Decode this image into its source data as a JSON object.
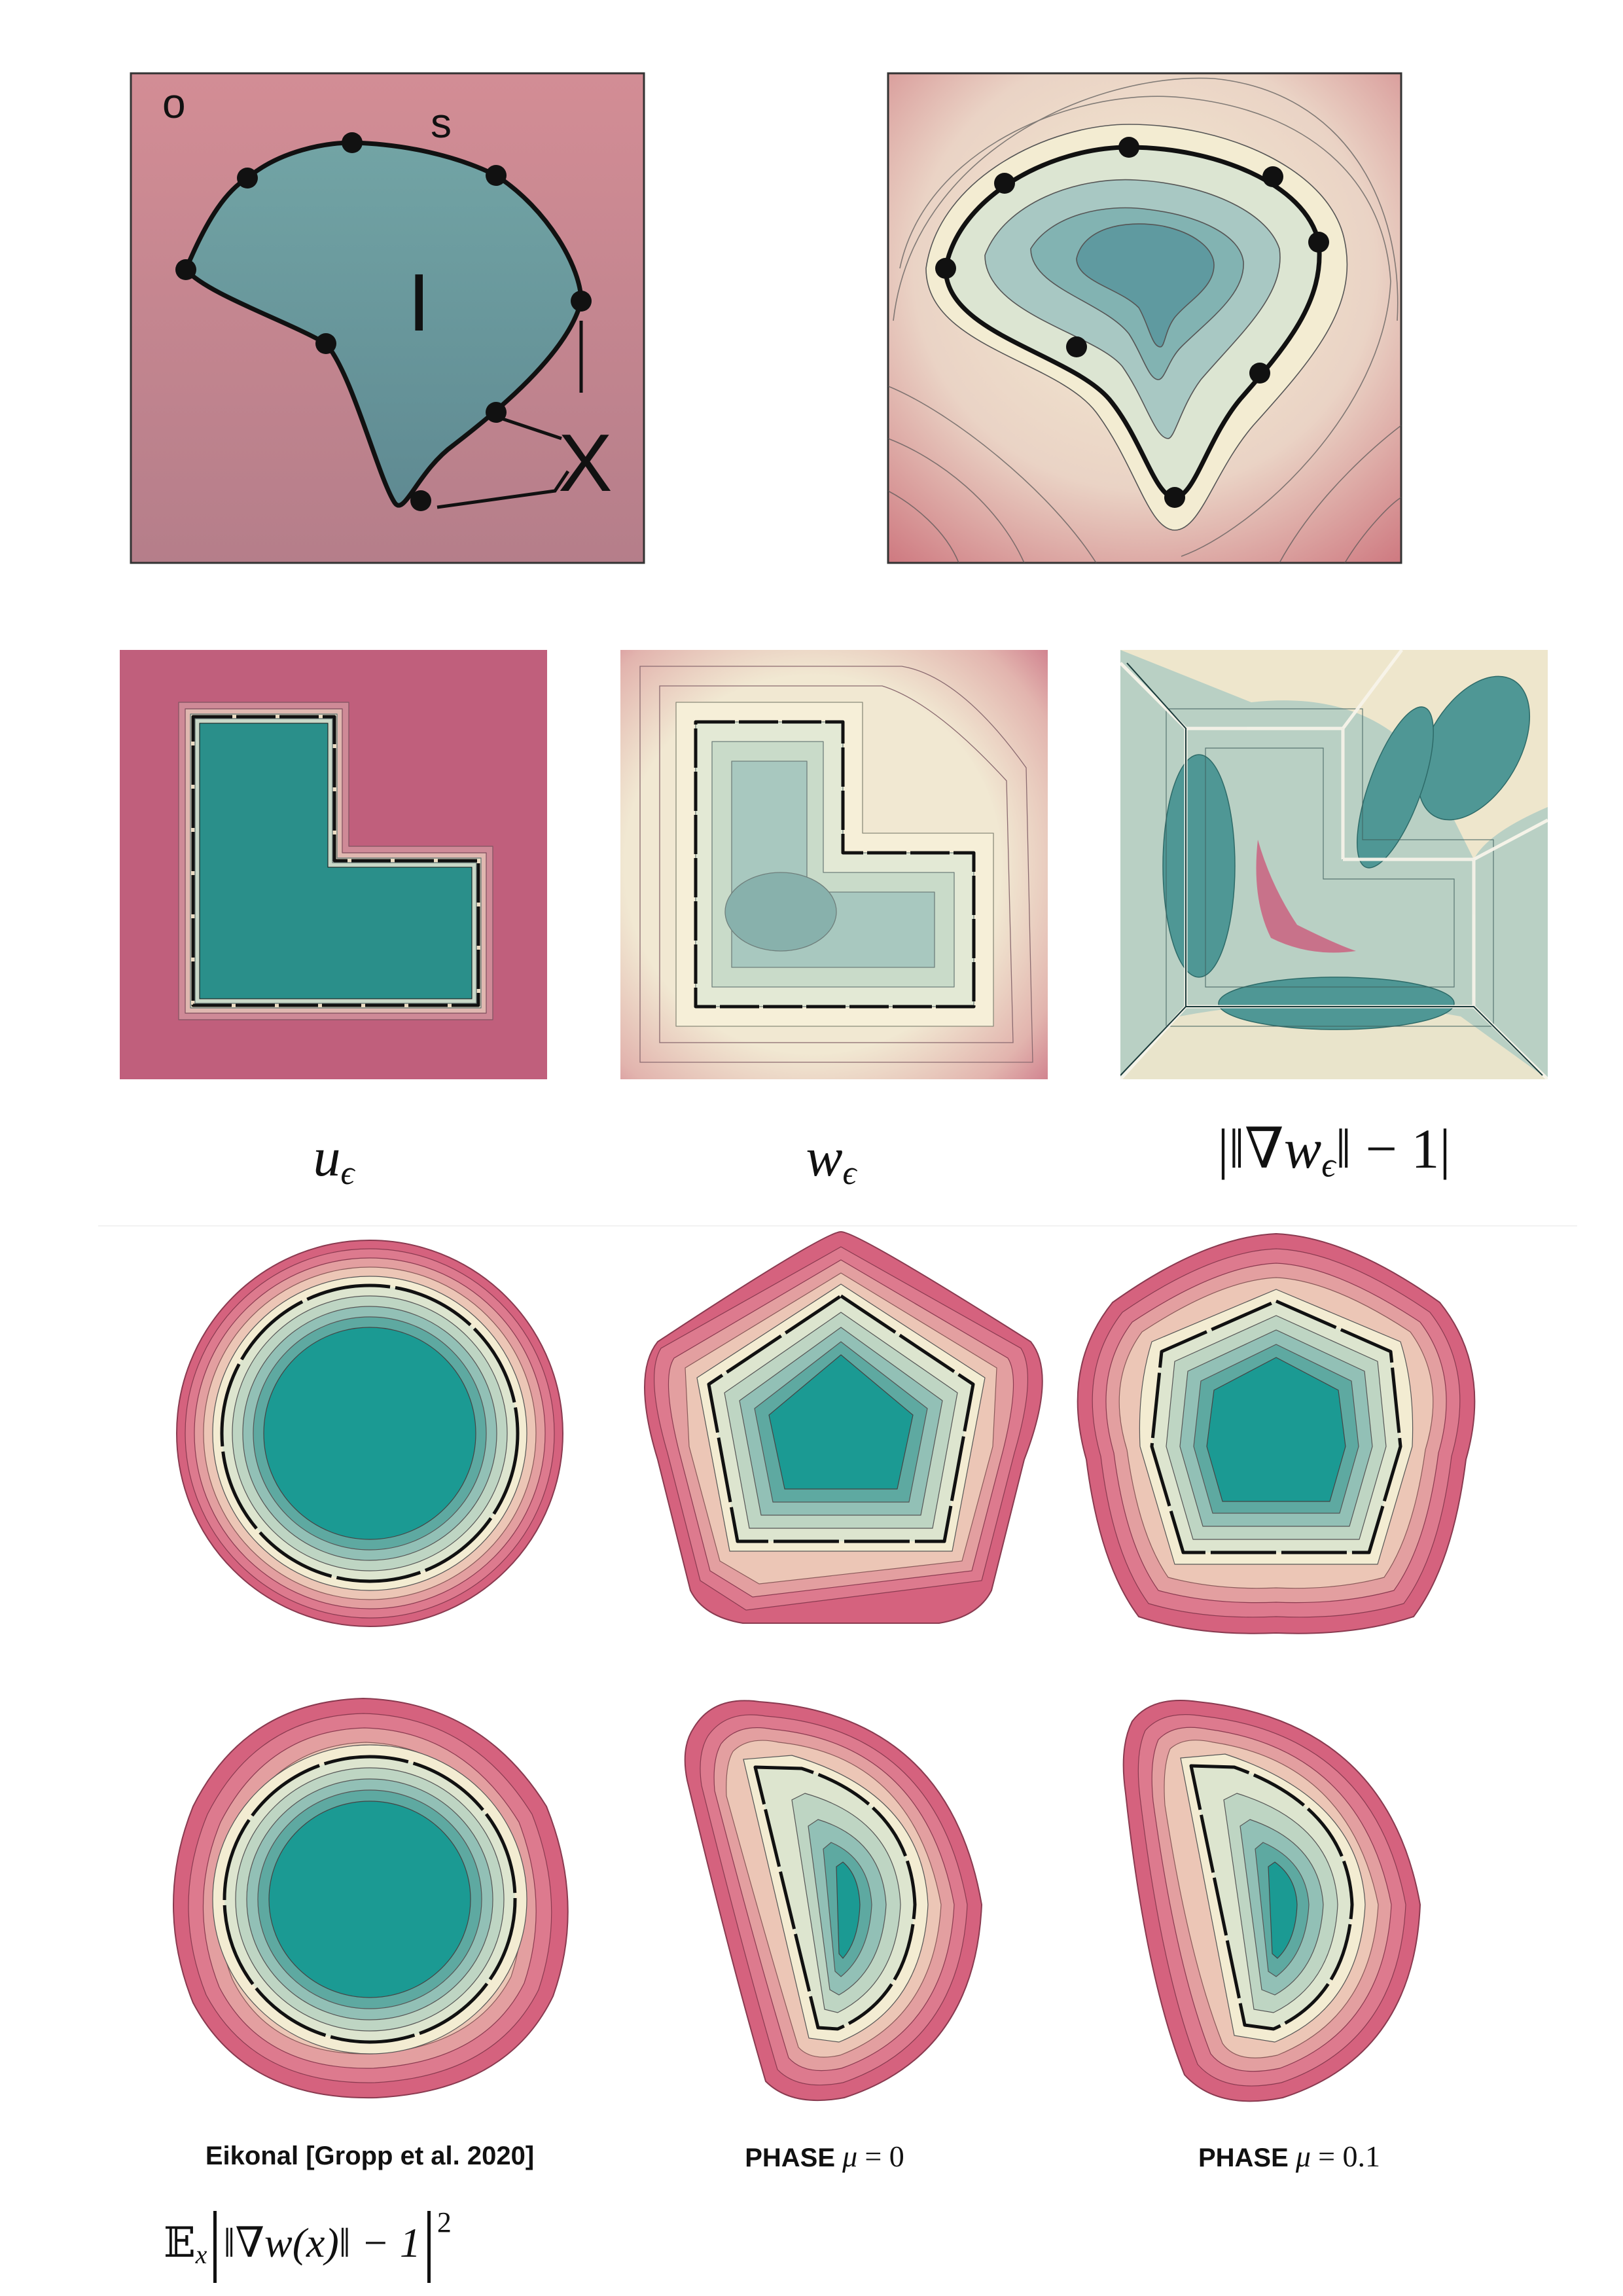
{
  "top_left_panel": {
    "labels": {
      "outside": "o",
      "surface": "s",
      "inside": "I",
      "points": "X"
    },
    "colors": {
      "outside": "#cf8b92",
      "inside": "#6fa0a2",
      "curve": "#111111"
    }
  },
  "top_right_panel": {
    "colors": {
      "inside": "#5f9aa0",
      "near": "#f4edd3",
      "far": "#c95d6b"
    }
  },
  "row2_labels": {
    "u": {
      "base": "u",
      "subscript": "ϵ"
    },
    "w": {
      "base": "w",
      "subscript": "ϵ"
    },
    "grad": {
      "prefix": "|‖∇",
      "base": "w",
      "subscript": "ϵ",
      "suffix": "‖ − 1|"
    }
  },
  "methods": [
    {
      "name": "Eikonal [Gropp et al. 2020]"
    },
    {
      "name": "PHASE",
      "mu_symbol": "μ",
      "mu_value": "= 0"
    },
    {
      "name": "PHASE",
      "mu_symbol": "μ",
      "mu_value": "= 0.1"
    }
  ],
  "formula": {
    "expectation": "𝔼",
    "expectation_sub": "x",
    "body": "‖∇w(x)‖ − 1",
    "power": "2"
  },
  "palette": {
    "teal": "#1b9a93",
    "cream": "#f3ecd2",
    "pink": "#d5627e",
    "magenta": "#c05f7c"
  }
}
